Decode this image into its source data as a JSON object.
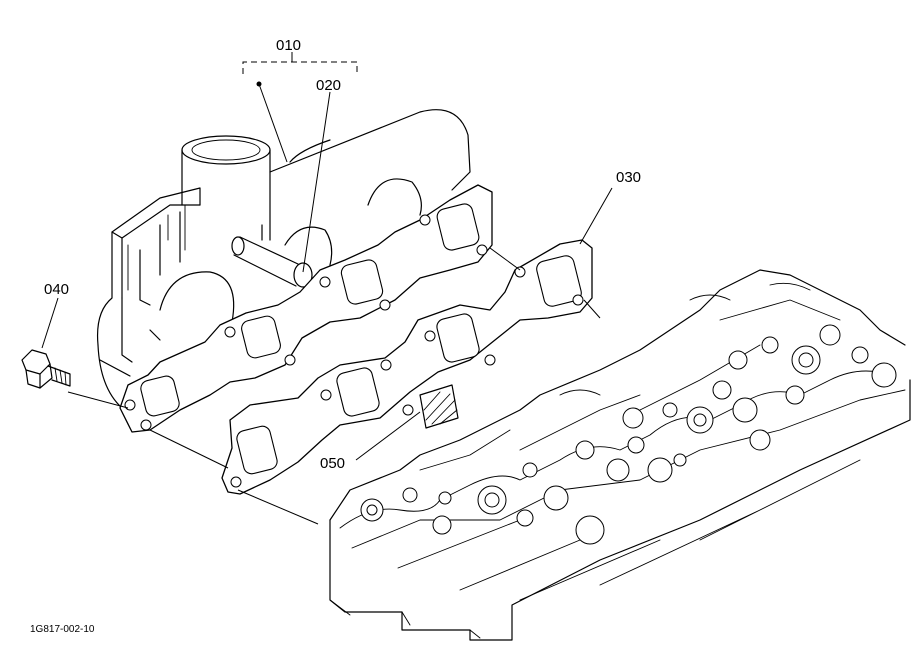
{
  "callouts": {
    "p010": "010",
    "p020": "020",
    "p030": "030",
    "p040": "040",
    "p050": "050"
  },
  "drawing_code": "1G817-002-10"
}
